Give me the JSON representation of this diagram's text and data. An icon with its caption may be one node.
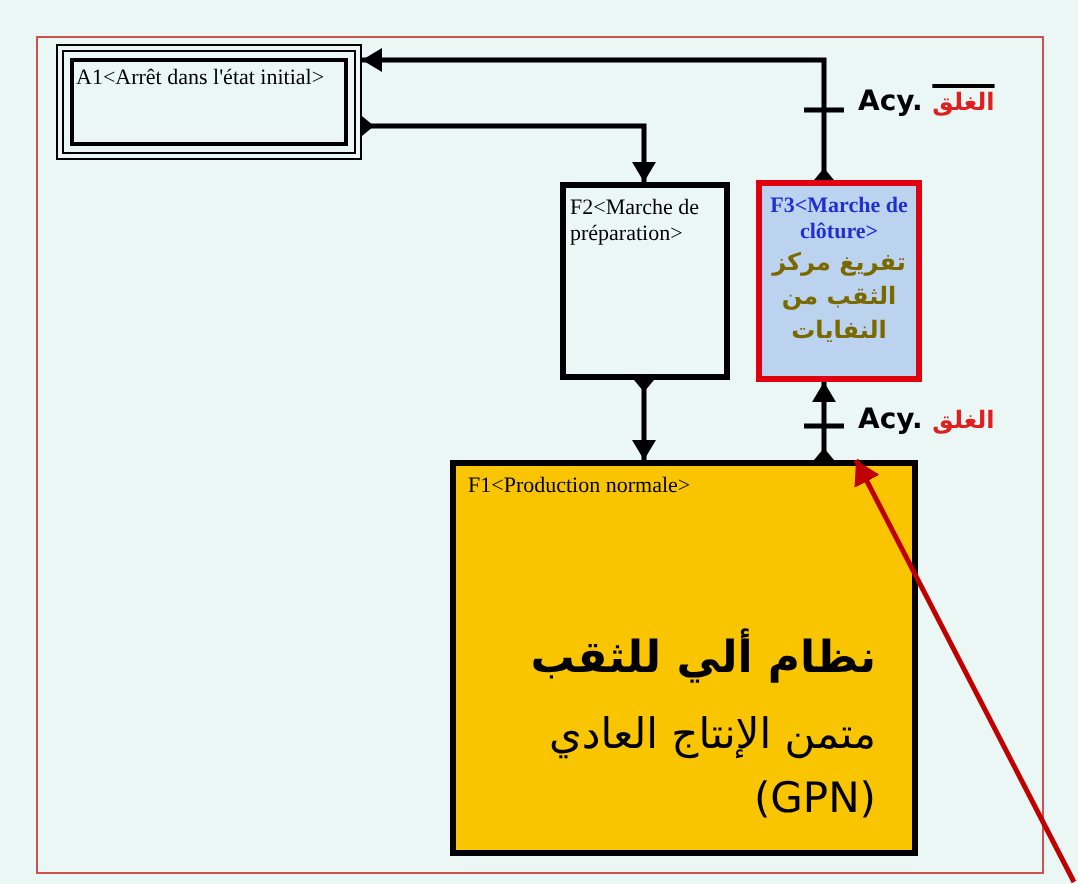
{
  "diagram": {
    "nodes": [
      {
        "text": [
          "A1<Arrêt dans l'état initial>"
        ]
      },
      {
        "text": [
          "F2<Marche de préparation>"
        ]
      },
      {
        "text": [
          "F3<Marche de clôture>",
          "تفريغ مركز الثقب من النفايات"
        ]
      },
      {
        "text": [
          "F1<Production normale>",
          "نظام ألي للثقب",
          "متمن الإنتاج العادي (GPN)"
        ]
      }
    ],
    "edges": [
      {
        "from": 2,
        "to": 0,
        "arrow": "to",
        "label": "Acy. الغلق"
      },
      {
        "from": 0,
        "to": 1,
        "arrow": "to"
      },
      {
        "from": 1,
        "to": 3,
        "arrow": "to"
      },
      {
        "from": 3,
        "to": 2,
        "arrow": "to",
        "label": "Acy. الغلق"
      },
      {
        "from": null,
        "to": 3,
        "arrow": "to",
        "color": "#c00000"
      }
    ]
  }
}
